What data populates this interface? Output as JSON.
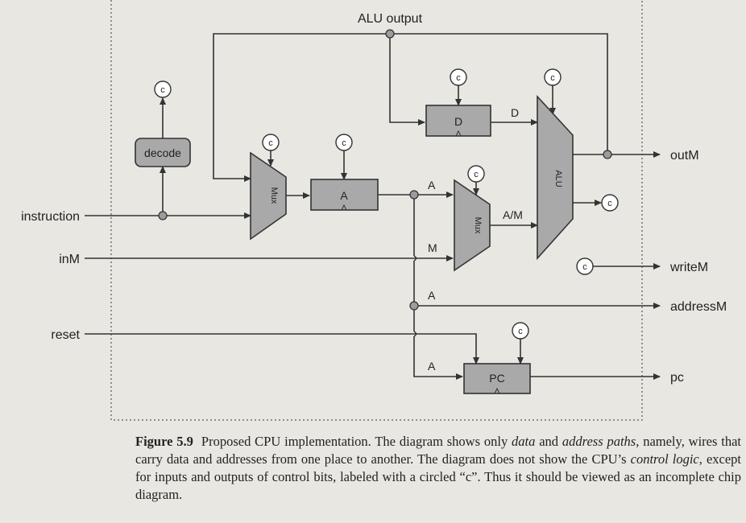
{
  "diagram": {
    "labels": {
      "alu_output": "ALU output",
      "instruction": "instruction",
      "inM": "inM",
      "reset": "reset",
      "outM": "outM",
      "writeM": "writeM",
      "addressM": "addressM",
      "pc": "pc",
      "decode": "decode",
      "mux": "Mux",
      "reg_a": "A",
      "reg_d": "D",
      "alu": "ALU",
      "pc_box": "PC",
      "wire_d": "D",
      "wire_a": "A",
      "wire_am": "A/M",
      "wire_m": "M",
      "control": "c"
    }
  },
  "caption": {
    "figure_label": "Figure 5.9",
    "t1": "Proposed CPU implementation. The diagram shows only ",
    "e1": "data",
    "t2": " and ",
    "e2": "address paths",
    "t3": ", namely, wires that carry data and addresses from one place to another. The diagram does not show the CPU’s ",
    "e3": "control logic",
    "t4": ", except for inputs and outputs of control bits, labeled with a circled “c”. Thus it should be viewed as an incomplete chip diagram."
  }
}
